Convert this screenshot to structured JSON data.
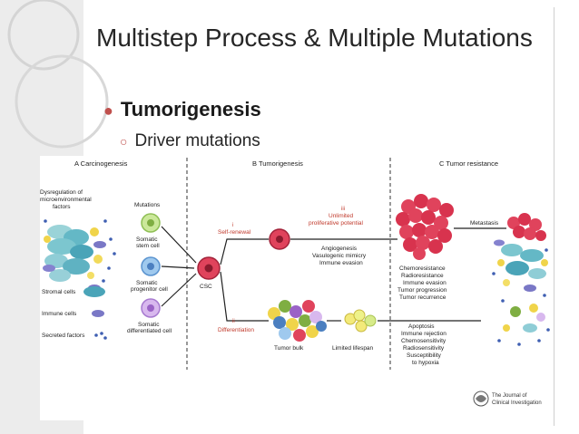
{
  "title": "Multistep Process & Multiple Mutations",
  "bullet_level1": "Tumorigenesis",
  "bullet_level2": "Driver mutations",
  "figure": {
    "panel_a": "A  Carcinogenesis",
    "panel_b": "B  Tumorigenesis",
    "panel_c": "C  Tumor resistance",
    "dysregulation": [
      "Dysregulation of",
      "microenvironmental",
      "factors"
    ],
    "mutations": "Mutations",
    "somatic_stem": [
      "Somatic",
      "stem cell"
    ],
    "somatic_progenitor": [
      "Somatic",
      "progenitor cell"
    ],
    "somatic_diff": [
      "Somatic",
      "differentiated cell"
    ],
    "stromal": "Stromal cells",
    "immune": "Immune cells",
    "secreted": "Secreted factors",
    "csc": "CSC",
    "self_renewal": [
      "i",
      "Self-renewal"
    ],
    "unlimited": [
      "iii",
      "Unlimited",
      "proliferative potential"
    ],
    "angiogenesis": [
      "Angiogenesis",
      "Vasulogenic mimicry",
      "Immune evasion"
    ],
    "differentiation": [
      "ii",
      "Differentiation"
    ],
    "tumor_bulk": "Tumor bulk",
    "limited_lifespan": "Limited lifespan",
    "metastasis": "Metastasis",
    "chemo_list": [
      "Chemoresistance",
      "Radioresistance",
      "Immune evasion",
      "Tumor progression",
      "Tumor recurrence"
    ],
    "apoptosis_list": [
      "Apoptosis",
      "Immune rejection",
      "Chemosensitivity",
      "Radiosensitivity",
      "Susceptibility",
      "to hypoxia"
    ],
    "journal": [
      "The Journal of",
      "Clinical Investigation"
    ]
  }
}
